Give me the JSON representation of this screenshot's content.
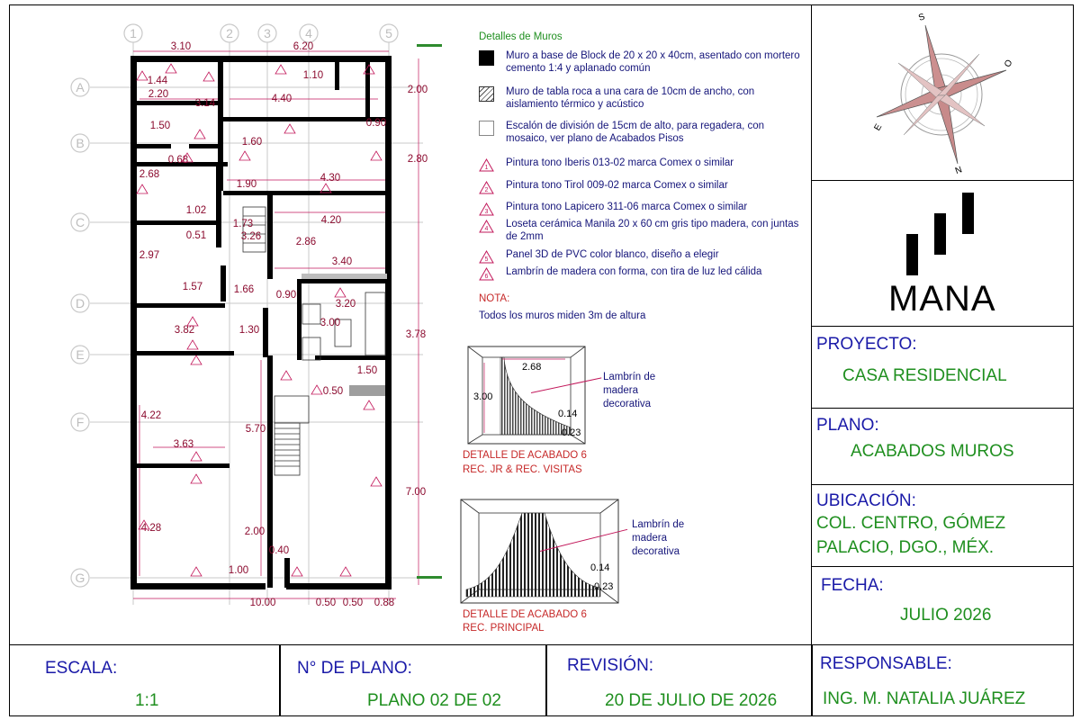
{
  "legend": {
    "title": "Detalles de Muros",
    "items": [
      {
        "text": "Muro a base de Block de 20 x 20 x 40cm, asentado con mortero cemento 1:4 y aplanado común"
      },
      {
        "text": "Muro de tabla roca a una cara de 10cm de ancho, con aislamiento térmico y acústico"
      },
      {
        "text": "Escalón de división de 15cm de alto, para regadera, con mosaico, ver plano de Acabados Pisos"
      },
      {
        "num": "1",
        "text": "Pintura tono Iberis 013-02 marca Comex o similar"
      },
      {
        "num": "2",
        "text": "Pintura tono Tirol 009-02 marca Comex o similar"
      },
      {
        "num": "3",
        "text": "Pintura tono Lapicero 311-06 marca Comex o similar"
      },
      {
        "num": "4",
        "text": "Loseta cerámica Manila 20 x 60 cm gris tipo madera, con juntas de 2mm"
      },
      {
        "num": "5",
        "text": "Panel 3D de PVC color blanco, diseño a elegir"
      },
      {
        "num": "6",
        "text": "Lambrín de madera con forma, con tira de luz led cálida"
      }
    ]
  },
  "note": {
    "title": "NOTA:",
    "text": "Todos los muros miden 3m de altura"
  },
  "details": [
    {
      "caption1": "DETALLE DE ACABADO 6",
      "caption2": "REC. JR & REC. VISITAS",
      "label1": "Lambrín de",
      "label2": "madera",
      "label3": "decorativa",
      "dims": [
        "2.68",
        "3.00",
        "0.14",
        "0.23"
      ]
    },
    {
      "caption1": "DETALLE DE ACABADO 6",
      "caption2": "REC. PRINCIPAL",
      "label1": "Lambrín de",
      "label2": "madera",
      "label3": "decorativa",
      "dims": [
        "0.14",
        "0.23"
      ]
    }
  ],
  "compass": {
    "letters": [
      "S",
      "O",
      "E",
      "N"
    ]
  },
  "logo": {
    "text": "MANA"
  },
  "title_block": {
    "proyecto_label": "PROYECTO:",
    "proyecto_value": "CASA RESIDENCIAL",
    "plano_label": "PLANO:",
    "plano_value": "ACABADOS MUROS",
    "ubicacion_label": "UBICACIÓN:",
    "ubicacion_line1": "COL.  CENTRO, GÓMEZ",
    "ubicacion_line2": "PALACIO, DGO., MÉX.",
    "fecha_label": "FECHA:",
    "fecha_value": "JULIO 2026"
  },
  "bottom_bar": {
    "escala_label": "ESCALA:",
    "escala_value": "1:1",
    "plano_no_label": "N° DE PLANO:",
    "plano_no_value": "PLANO 02 DE 02",
    "revision_label": "REVISIÓN:",
    "revision_value": "20 DE JULIO DE 2026",
    "responsable_label": "RESPONSABLE:",
    "responsable_value": "ING. M. NATALIA JUÁREZ"
  },
  "plan": {
    "column_axes": [
      "1",
      "2",
      "3",
      "4",
      "5"
    ],
    "row_axes": [
      "A",
      "B",
      "C",
      "D",
      "E",
      "F",
      "G"
    ],
    "top_dims": [
      "3.10",
      "6.20"
    ],
    "bottom_dims": [
      "10.00",
      "0.50",
      "0.50",
      "0.88"
    ],
    "right_dims": [
      "2.00",
      "2.80",
      "3.78",
      "7.00"
    ],
    "interior_dims": [
      "1.44",
      "2.20",
      "3.14",
      "1.10",
      "4.40",
      "1.50",
      "0.90",
      "1.60",
      "0.68",
      "2.68",
      "1.90",
      "4.30",
      "1.02",
      "1.73",
      "4.20",
      "0.51",
      "3.26",
      "2.97",
      "2.86",
      "3.40",
      "1.57",
      "1.66",
      "0.90",
      "3.20",
      "3.00",
      "3.82",
      "1.30",
      "1.50",
      "0.50",
      "4.22",
      "5.70",
      "3.63",
      "4.28",
      "2.00",
      "0.40",
      "1.00"
    ]
  }
}
